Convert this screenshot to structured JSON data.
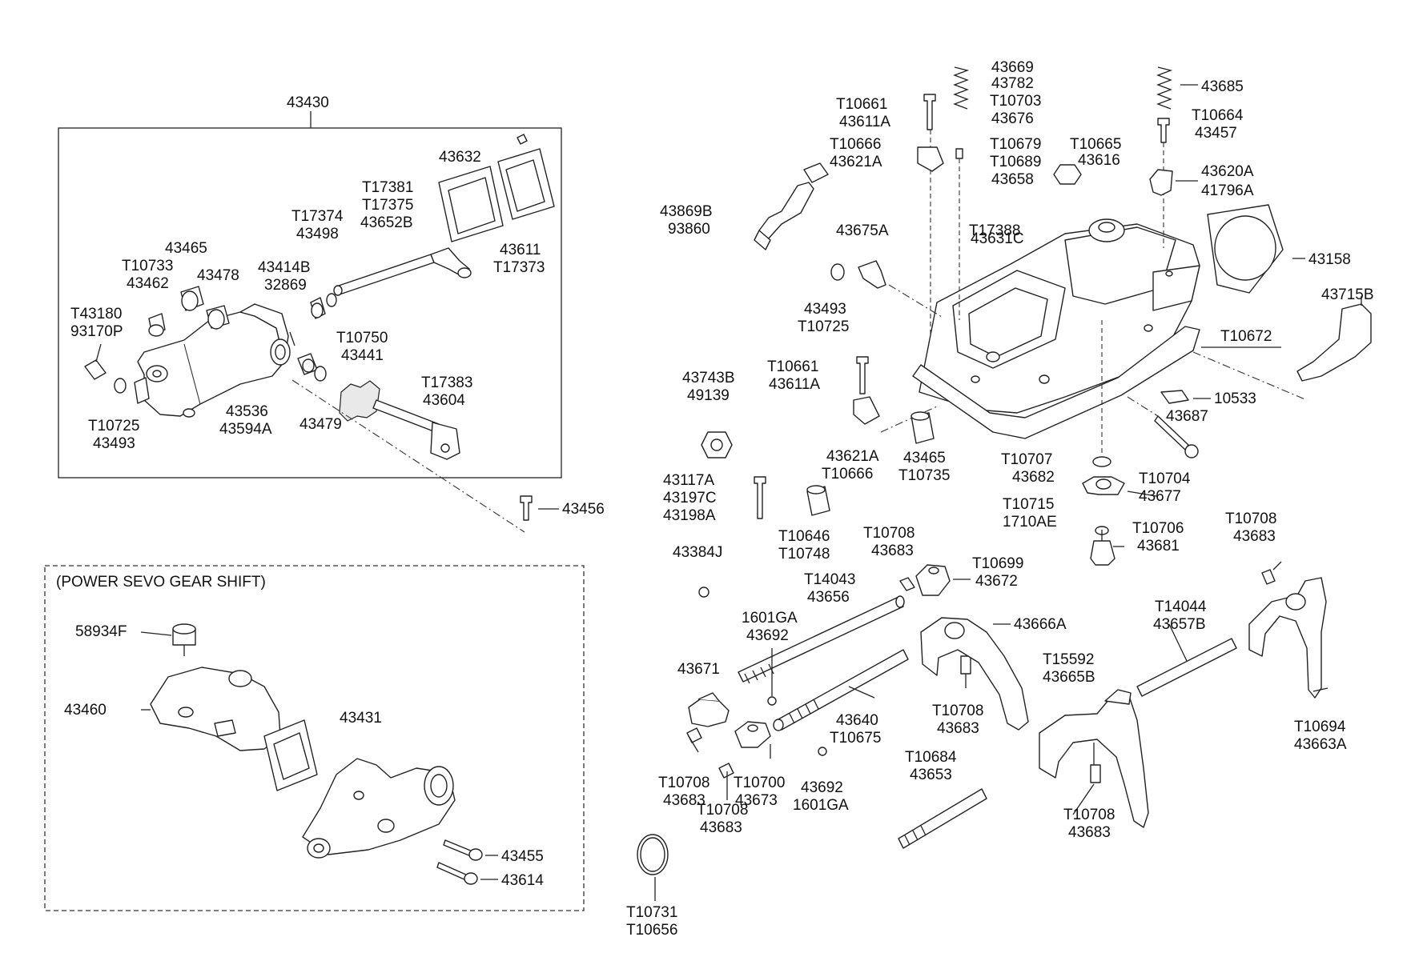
{
  "group_note": "(POWER SEVO GEAR SHIFT)",
  "labels": {
    "l43430": "43430",
    "l43632": "43632",
    "l43611_r": "43611",
    "lT17373": "T17373",
    "lT17381": "T17381",
    "lT17375": "T17375",
    "l43652B": "43652B",
    "lT17374": "T17374",
    "l43498": "43498",
    "l43465a": "43465",
    "lT10733": "T10733",
    "l43462": "43462",
    "l43478": "43478",
    "l43414B": "43414B",
    "l32869": "32869",
    "lT43180": "T43180",
    "l93170P": "93170P",
    "lT10750": "T10750",
    "l43441": "43441",
    "lT17383": "T17383",
    "l43604": "43604",
    "lT10725a": "T10725",
    "l43493a": "43493",
    "l43536": "43536",
    "l43594A": "43594A",
    "l43479": "43479",
    "l43456": "43456",
    "l58934F": "58934F",
    "l43460": "43460",
    "l43431": "43431",
    "l43455": "43455",
    "l43614": "43614",
    "lT10661a": "T10661",
    "l43611Aa": "43611A",
    "l43669": "43669",
    "l43782": "43782",
    "lT10703": "T10703",
    "l43676": "43676",
    "l43685": "43685",
    "lT10664": "T10664",
    "l43457": "43457",
    "lT10666a": "T10666",
    "l43621Aa": "43621A",
    "lT10679": "T10679",
    "lT10689": "T10689",
    "l43658": "43658",
    "lT10665": "T10665",
    "l43616": "43616",
    "l43620A": "43620A",
    "l41796A": "41796A",
    "l43869B": "43869B",
    "l93860": "93860",
    "l43675A": "43675A",
    "lT17388": "T17388",
    "l43631C": "43631C",
    "l43158": "43158",
    "l43715B": "43715B",
    "l43493b": "43493",
    "lT10725b": "T10725",
    "lT10672": "T10672",
    "lT10661b": "T10661",
    "l43611Ab": "43611A",
    "l43743B": "43743B",
    "l49139": "49139",
    "l10533": "10533",
    "l43687": "43687",
    "l43621Ab": "43621A",
    "lT10666b": "T10666",
    "l43465b": "43465",
    "lT10735": "T10735",
    "lT10707": "T10707",
    "l43682": "43682",
    "lT10704": "T10704",
    "l43677": "43677",
    "l43117A": "43117A",
    "l43197C": "43197C",
    "l43198A": "43198A",
    "lT10646": "T10646",
    "lT10748": "T10748",
    "lT10715": "T10715",
    "l1710AE": "1710AE",
    "lT10706": "T10706",
    "l43681": "43681",
    "lT10708a": "T10708",
    "l43683a": "43683",
    "lT10708b": "T10708",
    "l43683b": "43683",
    "l43384J": "43384J",
    "lT10699": "T10699",
    "l43672": "43672",
    "lT14043": "T14043",
    "l43656": "43656",
    "l1601GAa": "1601GA",
    "l43692a": "43692",
    "l43666A": "43666A",
    "lT14044": "T14044",
    "l43657B": "43657B",
    "l43671": "43671",
    "lT15592": "T15592",
    "l43665B": "43665B",
    "lT10708c": "T10708",
    "l43683c": "43683",
    "l43640": "43640",
    "lT10675": "T10675",
    "lT10694": "T10694",
    "l43663A": "43663A",
    "lT10708d": "T10708",
    "l43683d": "43683",
    "lT10700": "T10700",
    "l43673": "43673",
    "lT10684": "T10684",
    "l43653": "43653",
    "l43692b": "43692",
    "l1601GAb": "1601GA",
    "lT10708e": "T10708",
    "l43683e": "43683",
    "lT10708f": "T10708",
    "l43683f": "43683",
    "lT10731": "T10731",
    "lT10656": "T10656"
  }
}
